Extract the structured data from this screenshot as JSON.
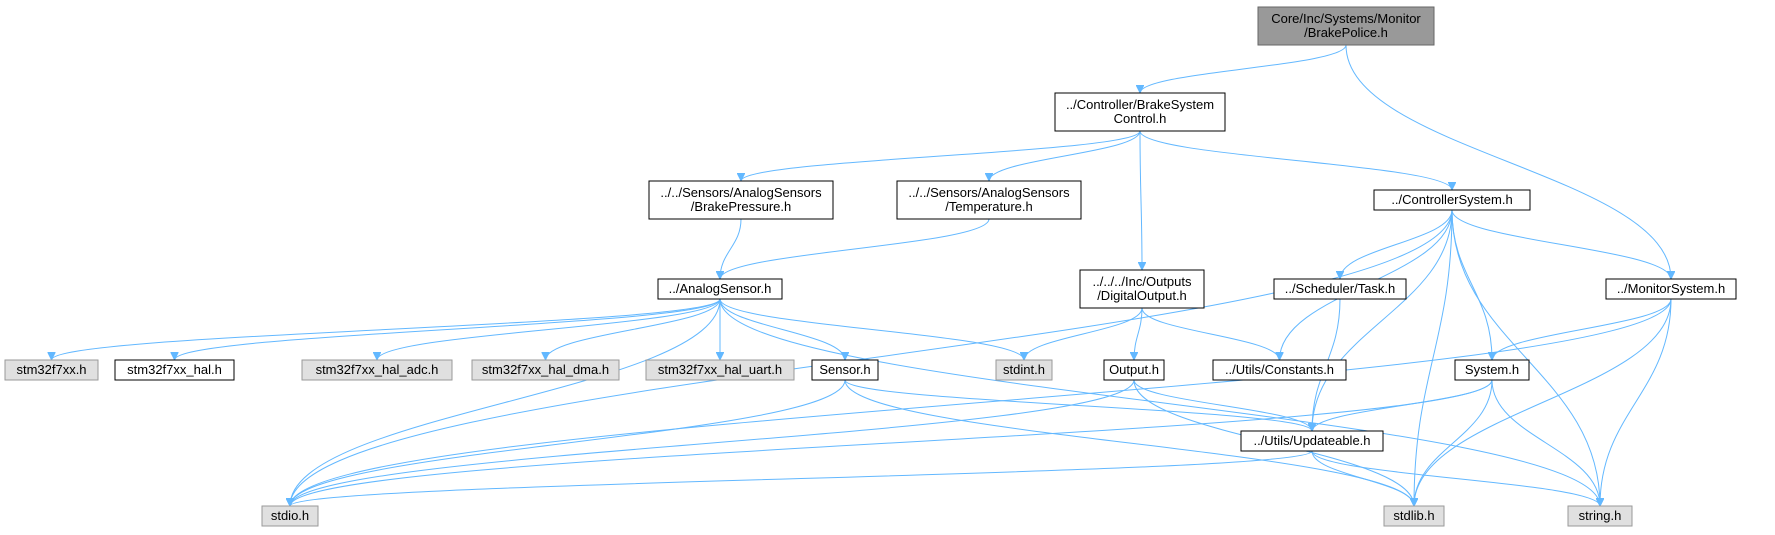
{
  "graph": {
    "type": "include-dependency-graph",
    "colors": {
      "edge": "#63b8ff",
      "root_fill": "#999999",
      "root_border": "#666666",
      "documented_fill": "#ffffff",
      "documented_border": "#000000",
      "external_fill": "#e0e0e0",
      "external_border": "#999999"
    },
    "nodes": [
      {
        "id": "root",
        "kind": "root",
        "lines": [
          "Core/Inc/Systems/Monitor",
          "/BrakePolice.h"
        ]
      },
      {
        "id": "bsc",
        "kind": "documented",
        "lines": [
          "../Controller/BrakeSystem",
          "Control.h"
        ]
      },
      {
        "id": "bp",
        "kind": "documented",
        "lines": [
          "../../Sensors/AnalogSensors",
          "/BrakePressure.h"
        ]
      },
      {
        "id": "temp",
        "kind": "documented",
        "lines": [
          "../../Sensors/AnalogSensors",
          "/Temperature.h"
        ]
      },
      {
        "id": "cs",
        "kind": "documented",
        "lines": [
          "../ControllerSystem.h"
        ]
      },
      {
        "id": "as",
        "kind": "documented",
        "lines": [
          "../AnalogSensor.h"
        ]
      },
      {
        "id": "do",
        "kind": "documented",
        "lines": [
          "../../../Inc/Outputs",
          "/DigitalOutput.h"
        ]
      },
      {
        "id": "task",
        "kind": "documented",
        "lines": [
          "../Scheduler/Task.h"
        ]
      },
      {
        "id": "ms",
        "kind": "documented",
        "lines": [
          "../MonitorSystem.h"
        ]
      },
      {
        "id": "stm",
        "kind": "external",
        "lines": [
          "stm32f7xx.h"
        ]
      },
      {
        "id": "hal",
        "kind": "documented",
        "lines": [
          "stm32f7xx_hal.h"
        ]
      },
      {
        "id": "adc",
        "kind": "external",
        "lines": [
          "stm32f7xx_hal_adc.h"
        ]
      },
      {
        "id": "dma",
        "kind": "external",
        "lines": [
          "stm32f7xx_hal_dma.h"
        ]
      },
      {
        "id": "uart",
        "kind": "external",
        "lines": [
          "stm32f7xx_hal_uart.h"
        ]
      },
      {
        "id": "sensor",
        "kind": "documented",
        "lines": [
          "Sensor.h"
        ]
      },
      {
        "id": "stdint",
        "kind": "external",
        "lines": [
          "stdint.h"
        ]
      },
      {
        "id": "output",
        "kind": "documented",
        "lines": [
          "Output.h"
        ]
      },
      {
        "id": "const",
        "kind": "documented",
        "lines": [
          "../Utils/Constants.h"
        ]
      },
      {
        "id": "sys",
        "kind": "documented",
        "lines": [
          "System.h"
        ]
      },
      {
        "id": "upd",
        "kind": "documented",
        "lines": [
          "../Utils/Updateable.h"
        ]
      },
      {
        "id": "stdio",
        "kind": "external",
        "lines": [
          "stdio.h"
        ]
      },
      {
        "id": "stdlib",
        "kind": "external",
        "lines": [
          "stdlib.h"
        ]
      },
      {
        "id": "string",
        "kind": "external",
        "lines": [
          "string.h"
        ]
      }
    ],
    "edges": [
      [
        "root",
        "bsc"
      ],
      [
        "root",
        "ms"
      ],
      [
        "bsc",
        "bp"
      ],
      [
        "bsc",
        "temp"
      ],
      [
        "bsc",
        "do"
      ],
      [
        "bsc",
        "cs"
      ],
      [
        "bp",
        "as"
      ],
      [
        "temp",
        "as"
      ],
      [
        "as",
        "stm"
      ],
      [
        "as",
        "hal"
      ],
      [
        "as",
        "adc"
      ],
      [
        "as",
        "dma"
      ],
      [
        "as",
        "uart"
      ],
      [
        "as",
        "sensor"
      ],
      [
        "as",
        "stdint"
      ],
      [
        "as",
        "stdio"
      ],
      [
        "as",
        "string"
      ],
      [
        "do",
        "stdint"
      ],
      [
        "do",
        "output"
      ],
      [
        "do",
        "const"
      ],
      [
        "cs",
        "stdio"
      ],
      [
        "cs",
        "const"
      ],
      [
        "cs",
        "task"
      ],
      [
        "cs",
        "upd"
      ],
      [
        "cs",
        "sys"
      ],
      [
        "cs",
        "stdlib"
      ],
      [
        "cs",
        "ms"
      ],
      [
        "cs",
        "string"
      ],
      [
        "task",
        "upd"
      ],
      [
        "ms",
        "sys"
      ],
      [
        "ms",
        "stdio"
      ],
      [
        "ms",
        "stdlib"
      ],
      [
        "ms",
        "string"
      ],
      [
        "sensor",
        "upd"
      ],
      [
        "sensor",
        "stdio"
      ],
      [
        "sensor",
        "stdlib"
      ],
      [
        "output",
        "upd"
      ],
      [
        "output",
        "stdio"
      ],
      [
        "output",
        "stdlib"
      ],
      [
        "sys",
        "upd"
      ],
      [
        "sys",
        "stdio"
      ],
      [
        "sys",
        "stdlib"
      ],
      [
        "sys",
        "string"
      ],
      [
        "upd",
        "stdio"
      ],
      [
        "upd",
        "stdlib"
      ],
      [
        "upd",
        "string"
      ]
    ]
  }
}
